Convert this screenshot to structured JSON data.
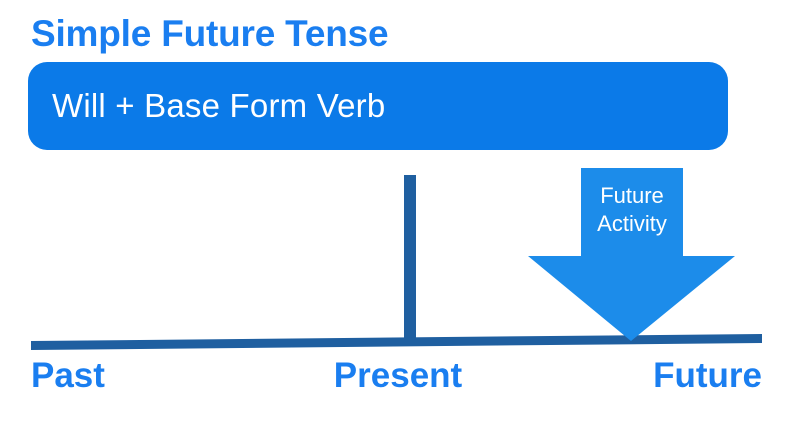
{
  "slide": {
    "title": "Simple Future Tense",
    "formula": "Will + Base Form Verb",
    "arrow_label": "Future\nActivity",
    "timeline": {
      "past_label": "Past",
      "present_label": "Present",
      "future_label": "Future"
    }
  },
  "colors": {
    "title_blue": "#1a7ef0",
    "box_blue": "#0b7ae8",
    "arrow_blue": "#1c8cea",
    "timeline_blue": "#1f5fa0",
    "background": "#ffffff",
    "text_white": "#ffffff"
  }
}
